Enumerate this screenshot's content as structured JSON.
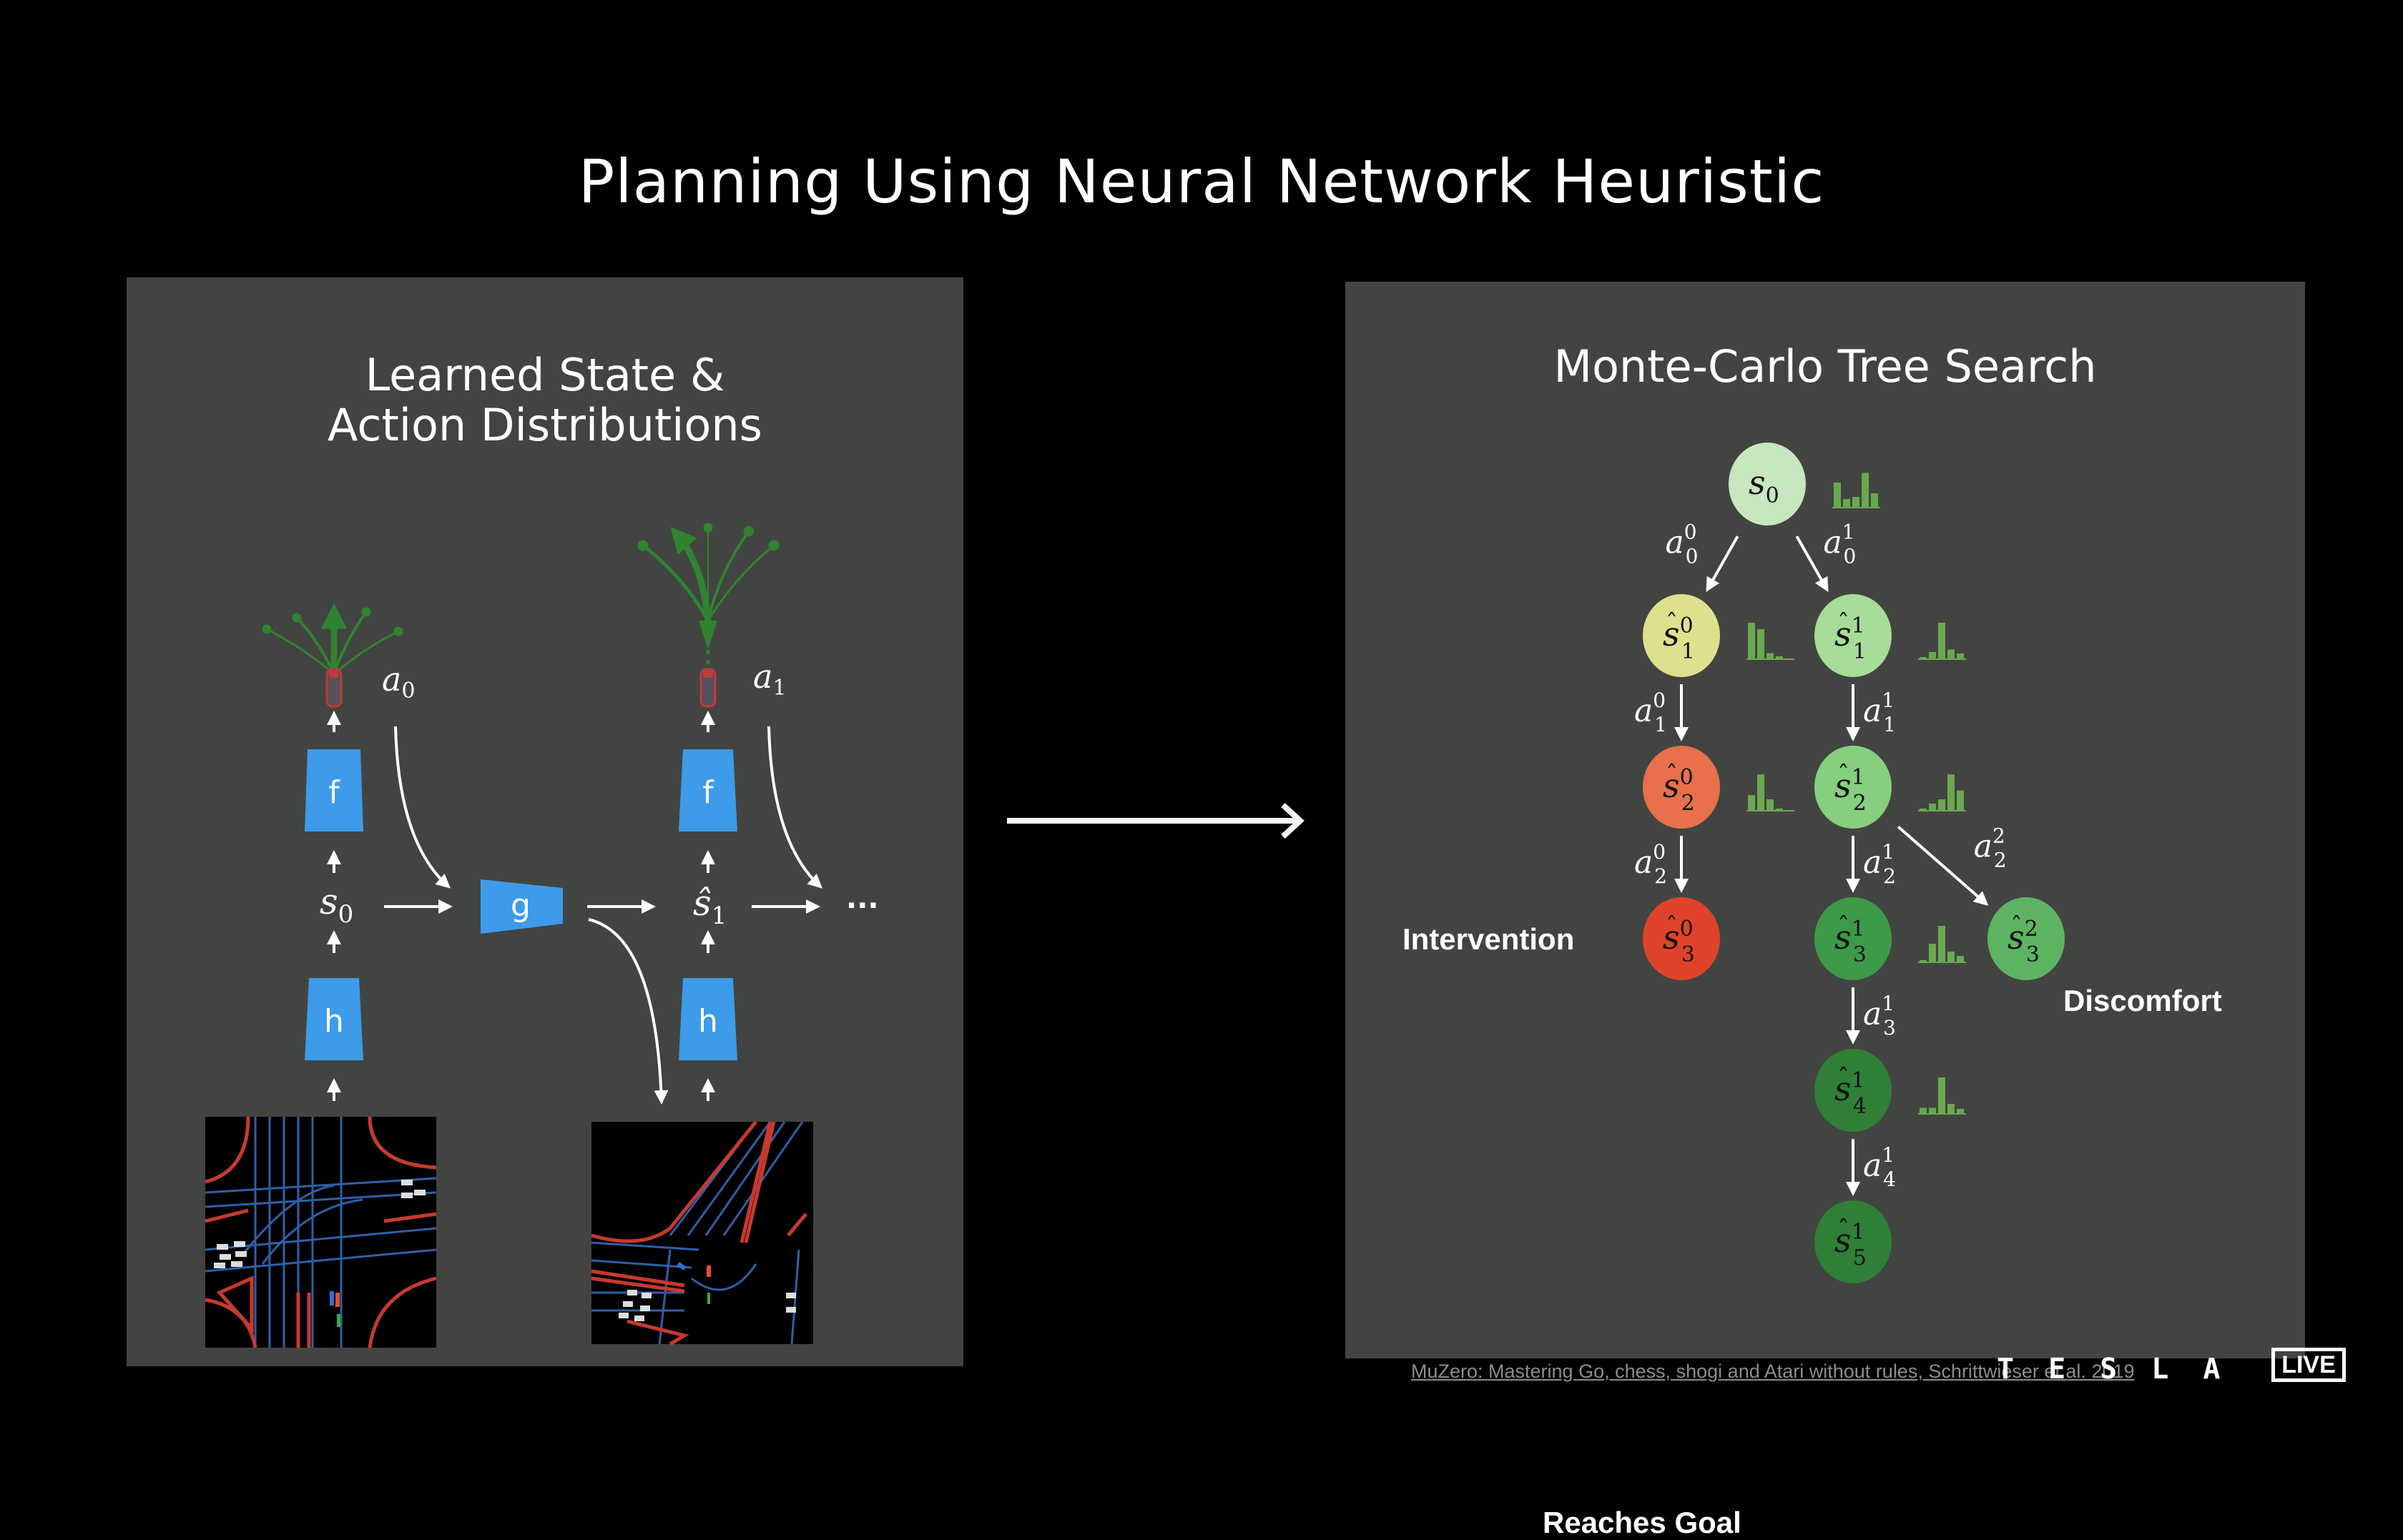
{
  "slide": {
    "title": "Planning Using Neural Network Heuristic"
  },
  "left_panel": {
    "title_line1": "Learned State &",
    "title_line2": "Action Distributions",
    "blocks": {
      "f": "f",
      "g": "g",
      "h": "h"
    },
    "labels": {
      "state0": "s",
      "state0_sub": "0",
      "state1": "ŝ",
      "state1_sub": "1",
      "action0": "a",
      "action0_sub": "0",
      "action1": "a",
      "action1_sub": "1",
      "ellipsis": "···"
    },
    "colors": {
      "block": "#3d9be9",
      "trajectory": "#2f8a2f",
      "car": "#c0393b"
    }
  },
  "right_panel": {
    "title": "Monte-Carlo Tree Search",
    "nodes": [
      {
        "id": "s0",
        "base": "s",
        "hat": false,
        "sup": "",
        "sub": "0",
        "color": "#c8e6c0",
        "hist": [
          0.68,
          0.22,
          0.28,
          0.95,
          0.38
        ]
      },
      {
        "id": "s1_0",
        "base": "s",
        "hat": true,
        "sup": "0",
        "sub": "1",
        "color": "#dfe08d",
        "hist": [
          1.0,
          0.82,
          0.15,
          0.06,
          0.0
        ]
      },
      {
        "id": "s1_1",
        "base": "s",
        "hat": true,
        "sup": "1",
        "sub": "1",
        "color": "#a7dc98",
        "hist": [
          0.03,
          0.18,
          1.0,
          0.25,
          0.14
        ]
      },
      {
        "id": "s2_0",
        "base": "s",
        "hat": true,
        "sup": "0",
        "sub": "2",
        "color": "#e8704a",
        "hist": [
          0.42,
          1.0,
          0.3,
          0.03,
          0.0
        ]
      },
      {
        "id": "s2_1",
        "base": "s",
        "hat": true,
        "sup": "1",
        "sub": "2",
        "color": "#86cf7e",
        "hist": [
          0.03,
          0.18,
          0.3,
          1.0,
          0.55
        ]
      },
      {
        "id": "s3_0",
        "base": "s",
        "hat": true,
        "sup": "0",
        "sub": "3",
        "color": "#e0432c",
        "hist": []
      },
      {
        "id": "s3_1",
        "base": "s",
        "hat": true,
        "sup": "1",
        "sub": "3",
        "color": "#3d9a48",
        "hist": [
          0.04,
          0.5,
          1.0,
          0.28,
          0.16
        ]
      },
      {
        "id": "s3_2",
        "base": "s",
        "hat": true,
        "sup": "2",
        "sub": "3",
        "color": "#5cb463",
        "hist": []
      },
      {
        "id": "s4_1",
        "base": "s",
        "hat": true,
        "sup": "1",
        "sub": "4",
        "color": "#2f7f36",
        "hist": [
          0.15,
          0.15,
          1.0,
          0.26,
          0.12
        ]
      },
      {
        "id": "s5_1",
        "base": "s",
        "hat": true,
        "sup": "1",
        "sub": "5",
        "color": "#2f7f36",
        "hist": []
      }
    ],
    "edges": [
      {
        "from": "s0",
        "to": "s1_0",
        "label": "a",
        "sup": "0",
        "sub": "0"
      },
      {
        "from": "s0",
        "to": "s1_1",
        "label": "a",
        "sup": "1",
        "sub": "0"
      },
      {
        "from": "s1_0",
        "to": "s2_0",
        "label": "a",
        "sup": "0",
        "sub": "1"
      },
      {
        "from": "s1_1",
        "to": "s2_1",
        "label": "a",
        "sup": "1",
        "sub": "1"
      },
      {
        "from": "s2_0",
        "to": "s3_0",
        "label": "a",
        "sup": "0",
        "sub": "2"
      },
      {
        "from": "s2_1",
        "to": "s3_1",
        "label": "a",
        "sup": "1",
        "sub": "2"
      },
      {
        "from": "s2_1",
        "to": "s3_2",
        "label": "a",
        "sup": "2",
        "sub": "2"
      },
      {
        "from": "s3_1",
        "to": "s4_1",
        "label": "a",
        "sup": "1",
        "sub": "3"
      },
      {
        "from": "s4_1",
        "to": "s5_1",
        "label": "a",
        "sup": "1",
        "sub": "4"
      }
    ],
    "outcomes": {
      "intervention": "Intervention",
      "discomfort": "Discomfort",
      "reaches_goal": "Reaches Goal"
    },
    "histogram_color": "#6aa84f"
  },
  "footer": {
    "citation": "MuZero: Mastering Go, chess, shogi and Atari without rules, Schrittwieser et al. 2019",
    "brand": "TESLA",
    "live_badge": "LIVE"
  }
}
